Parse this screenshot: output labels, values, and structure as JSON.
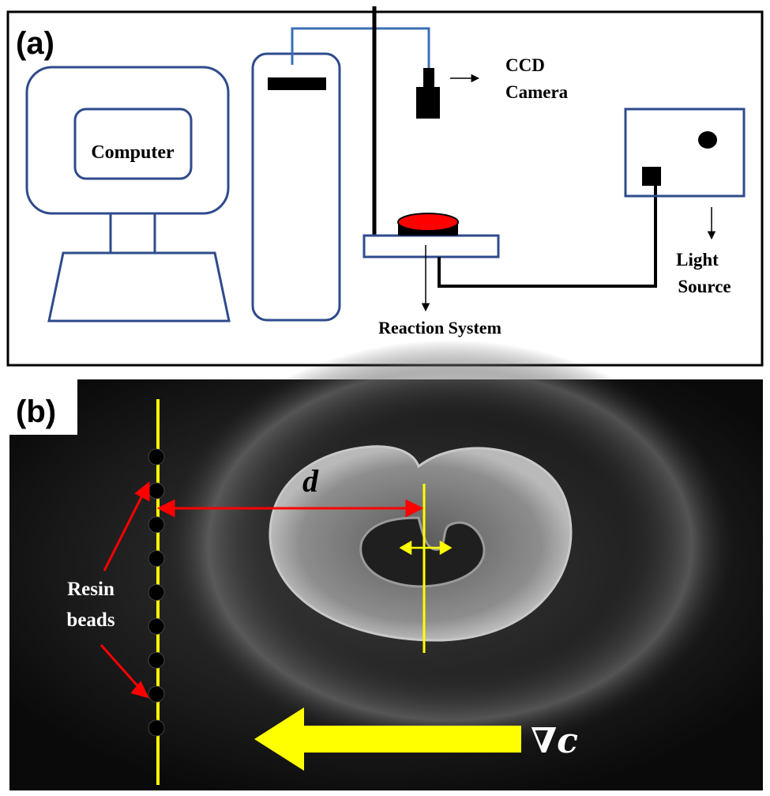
{
  "panel_a": {
    "label": "(a)",
    "computer": "Computer",
    "camera_line1": "CCD",
    "camera_line2": "Camera",
    "light_line1": "Light",
    "light_line2": "Source",
    "reaction": "Reaction System",
    "colors": {
      "outline": "#2f4b8c",
      "sample": "#ff0000",
      "cable_top": "#3b6fb6"
    }
  },
  "panel_b": {
    "label": "(b)",
    "resin_line1": "Resin",
    "resin_line2": "beads",
    "distance_symbol": "d",
    "gradient_symbol": "∇c",
    "bead_count": 9,
    "colors": {
      "marker": "#ffff00",
      "arrow": "#ff0000",
      "background": "#111111"
    }
  }
}
